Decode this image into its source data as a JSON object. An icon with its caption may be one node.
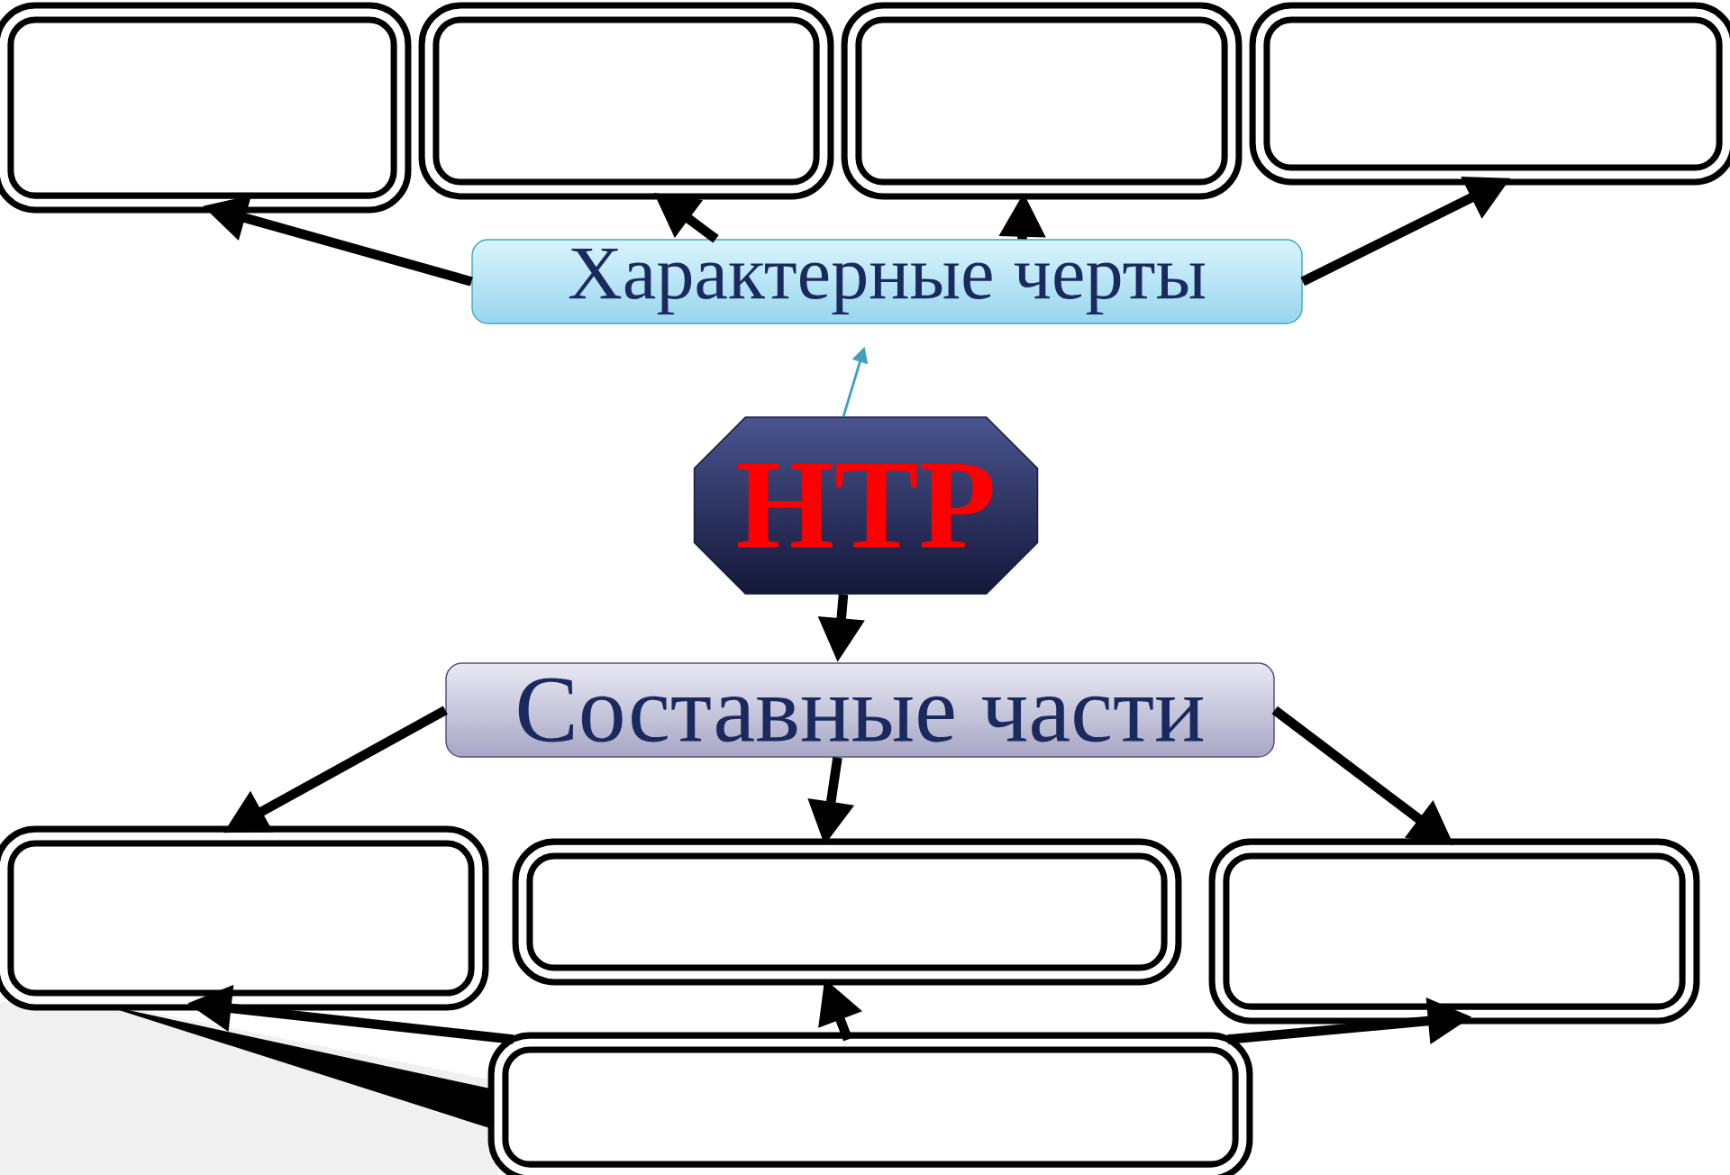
{
  "diagram": {
    "nodes": [
      {
        "text": [],
        "shape": "box"
      },
      {
        "text": [],
        "shape": "box"
      },
      {
        "text": [],
        "shape": "box"
      },
      {
        "text": [],
        "shape": "box"
      },
      {
        "text": [
          "Характерные черты"
        ]
      },
      {
        "text": [
          "НТР"
        ]
      },
      {
        "text": [
          "Составные части"
        ]
      },
      {
        "text": [],
        "shape": "box"
      },
      {
        "text": [],
        "shape": "box"
      },
      {
        "text": [],
        "shape": "box"
      },
      {
        "text": [],
        "shape": "box"
      }
    ],
    "edges": [
      {
        "from": 4,
        "to": 0,
        "arrow": "to"
      },
      {
        "from": 4,
        "to": 1,
        "arrow": "to"
      },
      {
        "from": 4,
        "to": 2,
        "arrow": "to"
      },
      {
        "from": 4,
        "to": 3,
        "arrow": "to"
      },
      {
        "from": 5,
        "to": 4,
        "arrow": "to",
        "color": "#3fa0c0"
      },
      {
        "from": 5,
        "to": 6,
        "arrow": "to"
      },
      {
        "from": 6,
        "to": 7,
        "arrow": "to"
      },
      {
        "from": 6,
        "to": 8,
        "arrow": "to"
      },
      {
        "from": 6,
        "to": 9,
        "arrow": "to"
      },
      {
        "from": 10,
        "to": 7,
        "arrow": "to"
      },
      {
        "from": 10,
        "to": 8,
        "arrow": "to"
      },
      {
        "from": 10,
        "to": 9,
        "arrow": "to"
      }
    ]
  }
}
